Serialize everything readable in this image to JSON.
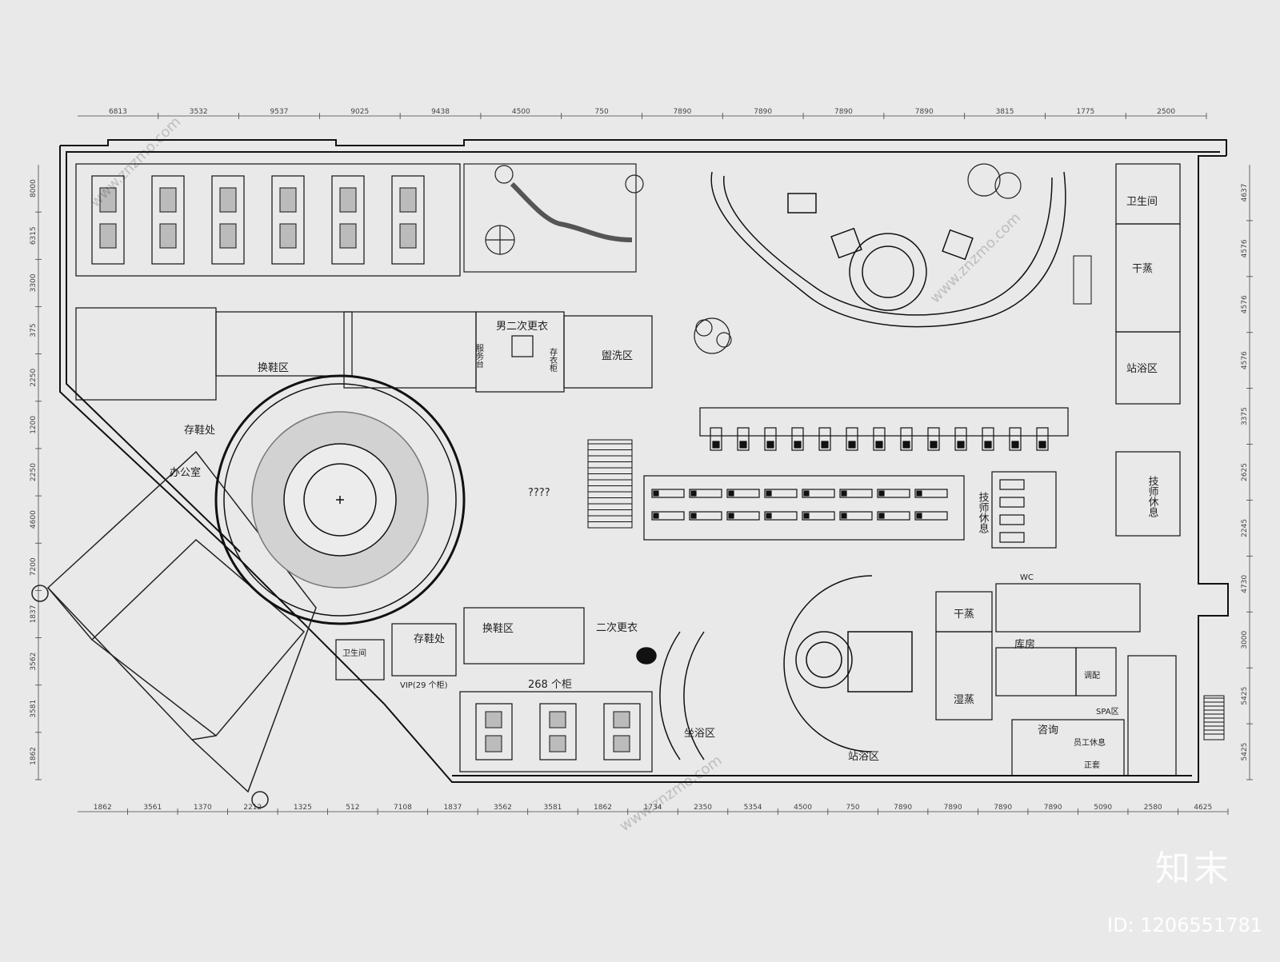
{
  "dims_top": [
    "6813",
    "3532",
    "9537",
    "9025",
    "9438",
    "4500",
    "750",
    "7890",
    "7890",
    "7890",
    "7890",
    "3815",
    "1775",
    "2500"
  ],
  "dims_bottom": [
    "1862",
    "3561",
    "1370",
    "2212",
    "1325",
    "512",
    "7108",
    "1837",
    "3562",
    "3581",
    "1862",
    "1734",
    "2350",
    "5354",
    "4500",
    "750",
    "7890",
    "7890",
    "7890",
    "7890",
    "5090",
    "2580",
    "4625"
  ],
  "dims_left": [
    "8000",
    "6315",
    "3300",
    "375",
    "2250",
    "1200",
    "2250",
    "4600",
    "7200",
    "1837",
    "3562",
    "3581",
    "1862"
  ],
  "dims_right": [
    "4637",
    "4576",
    "4576",
    "4576",
    "3375",
    "2625",
    "2245",
    "4730",
    "3000",
    "5425",
    "5425"
  ],
  "rooms": {
    "shoe_change": "换鞋区",
    "shoe_store": "存鞋处",
    "office": "办公室",
    "male_change2": "男二次更衣",
    "wash": "盥洗区",
    "unknown": "????",
    "tech_rest_1": "技师休息",
    "tech_rest_2": "技师休息",
    "toilet_top": "卫生间",
    "dry_sauna_top": "干蒸",
    "shower_top": "站浴区",
    "wc": "WC",
    "dry_sauna": "干蒸",
    "wet_sauna": "湿蒸",
    "storage": "库房",
    "consult": "咨询",
    "staff_rest": "员工休息",
    "spa": "SPA区",
    "control": "调配",
    "shower_bottom": "站浴区",
    "sit_bath": "坐浴区",
    "second_change": "二次更衣",
    "shoe_change_2": "换鞋区",
    "shoe_store_2": "存鞋处",
    "toilet_left": "卫生间",
    "vip_lockers": "VIP(29 个柜)",
    "lockers": "268 个柜",
    "reception": "正套",
    "desk": "服务台",
    "lockers_mid": "存衣柜"
  },
  "brand": "知末",
  "image_id": "ID: 1206551781",
  "watermark": "www.znzmo.com"
}
